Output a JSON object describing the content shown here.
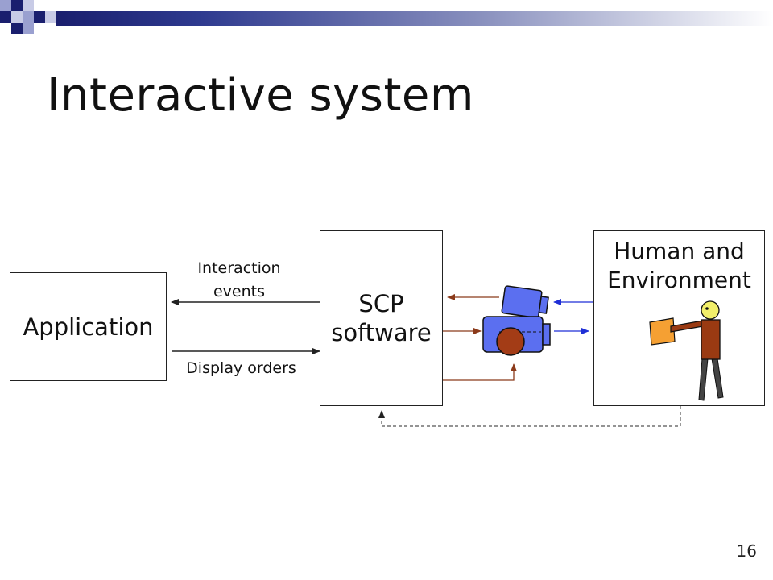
{
  "slide": {
    "title": "Interactive system",
    "page_number": "16"
  },
  "diagram": {
    "application_label": "Application",
    "scp_label_line1": "SCP",
    "scp_label_line2": "software",
    "human_label_line1": "Human and",
    "human_label_line2": "Environment",
    "interaction_label_line1": "Interaction",
    "interaction_label_line2": "events",
    "display_label": "Display orders"
  },
  "colors": {
    "header_dark": "#1a1f6e",
    "header_mid": "#8b92bf",
    "arrow_black": "#222222",
    "arrow_brown": "#8b3a1a",
    "arrow_blue": "#1f2fd6",
    "camera_blue": "#5b6ff0",
    "camera_lens": "#a33c16",
    "person_body": "#9a3a12",
    "person_head": "#f2ef6a",
    "paper_orange": "#f5a033"
  }
}
